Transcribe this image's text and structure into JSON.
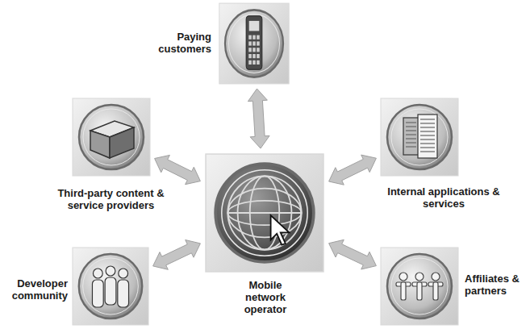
{
  "diagram": {
    "nodes": [
      {
        "text": [
          "Paying customers"
        ]
      },
      {
        "text": [
          "Third-party content & service providers"
        ]
      },
      {
        "text": [
          "Internal applications & services"
        ]
      },
      {
        "text": [
          "Mobile network operator"
        ]
      },
      {
        "text": [
          "Developer community"
        ]
      },
      {
        "text": [
          "Affiliates & partners"
        ]
      }
    ],
    "edges": [
      {
        "from": 3,
        "to": 0,
        "arrow": "both"
      },
      {
        "from": 3,
        "to": 1,
        "arrow": "both"
      },
      {
        "from": 3,
        "to": 2,
        "arrow": "both"
      },
      {
        "from": 3,
        "to": 4,
        "arrow": "both"
      },
      {
        "from": 3,
        "to": 5,
        "arrow": "both"
      }
    ]
  }
}
